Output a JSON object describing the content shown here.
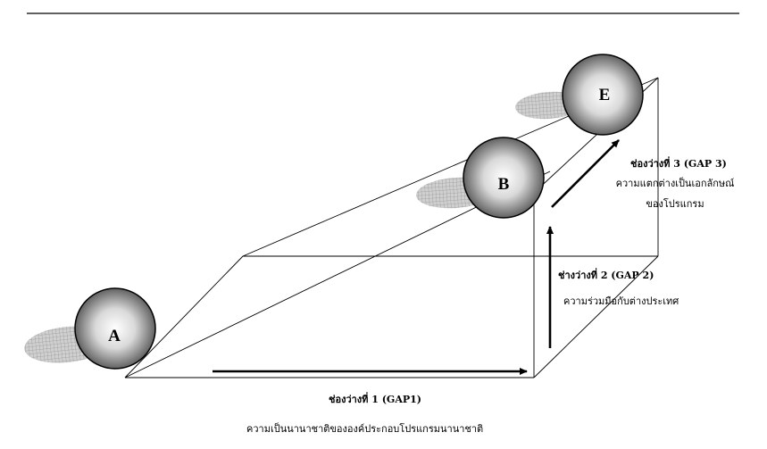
{
  "nodes": {
    "a": "A",
    "b": "B",
    "e": "E"
  },
  "gap1": {
    "title": "ช่องว่างที่ 1 (GAP1)",
    "desc": "ความเป็นนานาชาติขององค์ประกอบโปรแกรมนานาชาติ"
  },
  "gap2": {
    "title": "ช่างว่างที่ 2 (GAP 2)",
    "desc": "ความร่วมมือกับต่างประเทศ"
  },
  "gap3": {
    "title": "ช่องว่างที่ 3 (GAP 3)",
    "desc_line1": "ความแตกต่างเป็นเอกลักษณ์",
    "desc_line2": "ของโปรแกรม"
  },
  "colors": {
    "line": "#000000",
    "ball_light": "#ffffff",
    "ball_dark": "#555555",
    "shadow": "#bdbdbd"
  }
}
